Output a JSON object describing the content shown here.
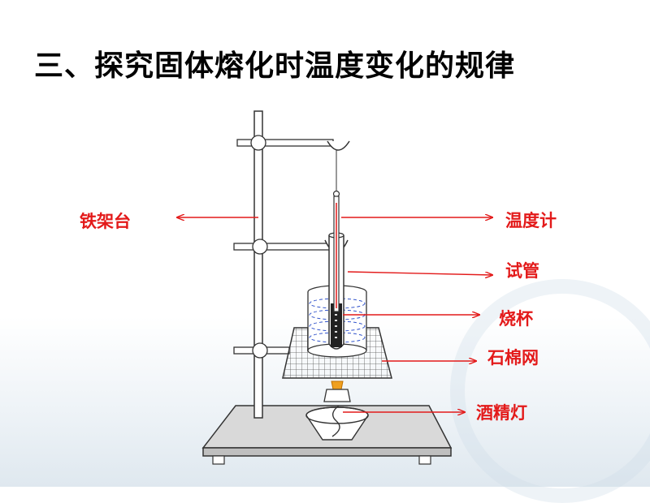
{
  "title": "三、探究固体熔化时温度变化的规律",
  "labels": {
    "iron_stand": "铁架台",
    "thermometer": "温度计",
    "test_tube": "试管",
    "beaker": "烧杯",
    "asbestos_net": "石棉网",
    "alcohol_lamp": "酒精灯"
  },
  "colors": {
    "label_red": "#e31a1a",
    "water_blue": "#3355cc",
    "apparatus_line": "#333333",
    "base_fill": "#d9d9d9",
    "flame": "#f0a020"
  }
}
